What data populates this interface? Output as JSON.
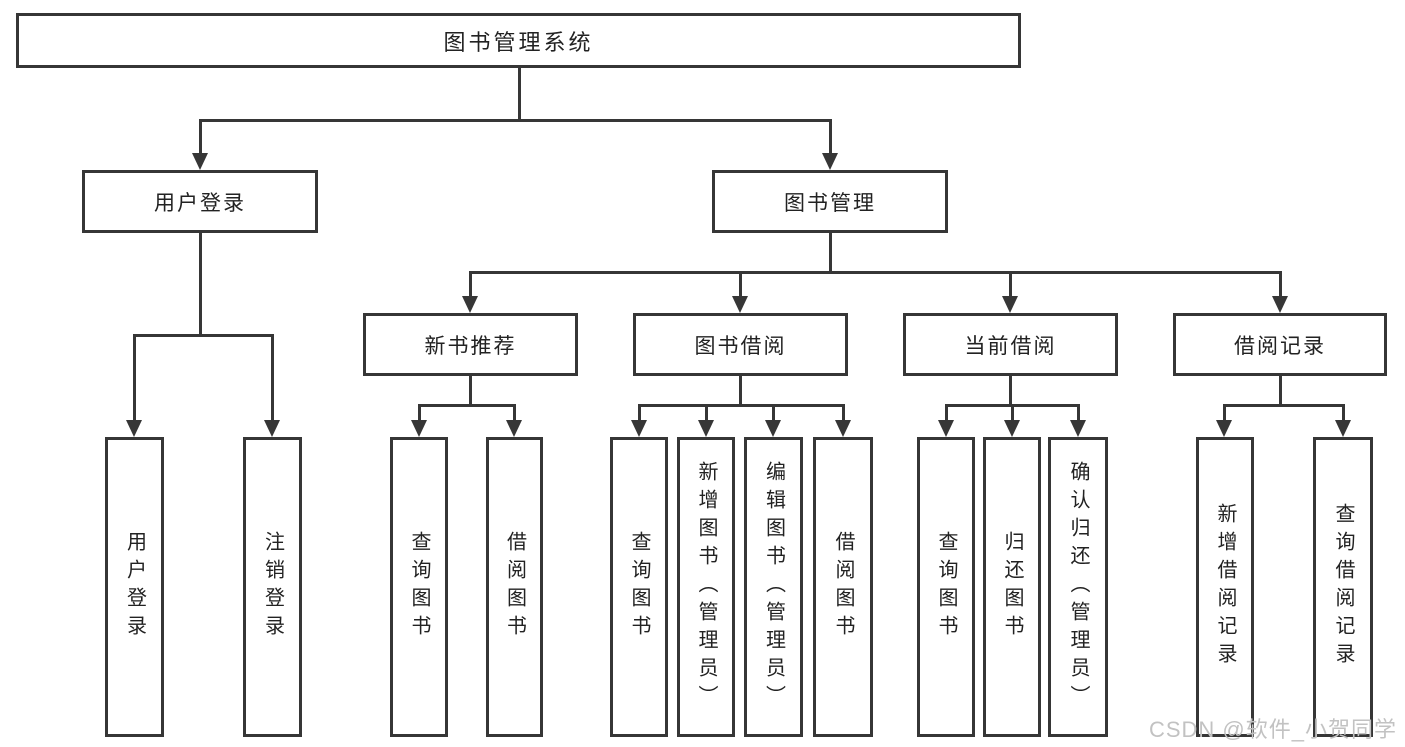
{
  "diagram": {
    "title": "图书管理系统",
    "nodes": {
      "root": {
        "label": "图书管理系统"
      },
      "user_login": {
        "label": "用户登录"
      },
      "book_management": {
        "label": "图书管理"
      },
      "new_book_recommend": {
        "label": "新书推荐"
      },
      "book_borrow": {
        "label": "图书借阅"
      },
      "current_borrow": {
        "label": "当前借阅"
      },
      "borrow_records": {
        "label": "借阅记录"
      }
    },
    "leaves": {
      "user_login_leaf": {
        "label": "用户登录"
      },
      "logout": {
        "label": "注销登录"
      },
      "newbook_query": {
        "label": "查询图书"
      },
      "newbook_borrow": {
        "label": "借阅图书"
      },
      "borrow_query": {
        "label": "查询图书"
      },
      "borrow_add_admin": {
        "label": "新增图书（管理员）"
      },
      "borrow_edit_admin": {
        "label": "编辑图书（管理员）"
      },
      "borrow_borrow": {
        "label": "借阅图书"
      },
      "current_query": {
        "label": "查询图书"
      },
      "current_return": {
        "label": "归还图书"
      },
      "current_confirm_admin": {
        "label": "确认归还（管理员）"
      },
      "records_add": {
        "label": "新增借阅记录"
      },
      "records_query": {
        "label": "查询借阅记录"
      }
    },
    "structure": {
      "root": [
        "user_login",
        "book_management"
      ],
      "user_login": [
        "user_login_leaf",
        "logout"
      ],
      "book_management": [
        "new_book_recommend",
        "book_borrow",
        "current_borrow",
        "borrow_records"
      ],
      "new_book_recommend": [
        "newbook_query",
        "newbook_borrow"
      ],
      "book_borrow": [
        "borrow_query",
        "borrow_add_admin",
        "borrow_edit_admin",
        "borrow_borrow"
      ],
      "current_borrow": [
        "current_query",
        "current_return",
        "current_confirm_admin"
      ],
      "borrow_records": [
        "records_add",
        "records_query"
      ]
    }
  },
  "watermark": {
    "text": "CSDN @软件_小贺同学",
    "color": "#c2c2c2"
  },
  "colors": {
    "line": "#363636",
    "text": "#222222",
    "background": "#ffffff"
  }
}
